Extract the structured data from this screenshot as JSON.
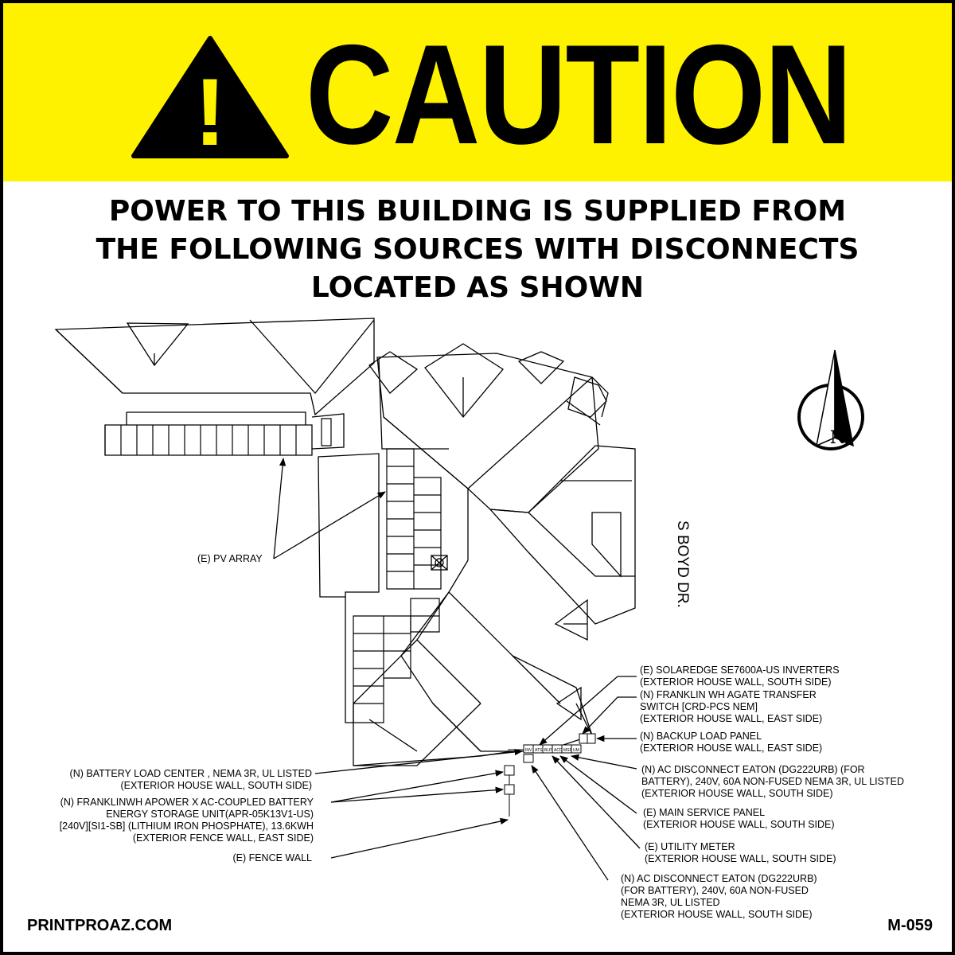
{
  "header": {
    "word": "CAUTION",
    "icon": "warning-triangle-icon",
    "glyph": "!",
    "banner_color": "#fff200"
  },
  "notice": [
    "POWER TO THIS BUILDING IS SUPPLIED FROM",
    "THE FOLLOWING SOURCES WITH DISCONNECTS",
    "LOCATED AS SHOWN"
  ],
  "compass": {
    "letter": "N",
    "icon": "north-arrow-icon"
  },
  "street": "S BOYD DR.",
  "equipment_tags": [
    "INV",
    "ATS",
    "BLP",
    "ACD",
    "MSP",
    "UM"
  ],
  "labels": {
    "pv_array": [
      "(E) PV ARRAY"
    ],
    "inverters": [
      "(E) SOLAREDGE SE7600A-US INVERTERS",
      "(EXTERIOR HOUSE WALL, SOUTH SIDE)"
    ],
    "transfer_switch": [
      "(N) FRANKLIN WH AGATE TRANSFER",
      "SWITCH [CRD-PCS NEM]",
      "(EXTERIOR HOUSE WALL, EAST SIDE)"
    ],
    "backup_panel": [
      "(N) BACKUP LOAD PANEL",
      "(EXTERIOR HOUSE WALL, EAST SIDE)"
    ],
    "ac_disconnect_1": [
      "(N) AC DISCONNECT EATON (DG222URB) (FOR",
      "BATTERY), 240V, 60A NON-FUSED NEMA 3R, UL LISTED",
      "(EXTERIOR HOUSE WALL, SOUTH SIDE)"
    ],
    "main_panel": [
      "(E) MAIN SERVICE PANEL",
      "(EXTERIOR HOUSE WALL, SOUTH SIDE)"
    ],
    "utility_meter": [
      "(E) UTILITY METER",
      "(EXTERIOR HOUSE WALL, SOUTH SIDE)"
    ],
    "ac_disconnect_2": [
      "(N) AC DISCONNECT EATON (DG222URB)",
      "(FOR BATTERY), 240V, 60A NON-FUSED",
      "NEMA 3R, UL LISTED",
      "(EXTERIOR HOUSE WALL, SOUTH SIDE)"
    ],
    "battery_load_center": [
      "(N) BATTERY LOAD CENTER , NEMA 3R, UL LISTED",
      "(EXTERIOR HOUSE WALL, SOUTH SIDE)"
    ],
    "battery": [
      "(N) FRANKLINWH APOWER X AC-COUPLED BATTERY",
      "ENERGY STORAGE UNIT(APR-05K13V1-US)",
      "[240V][SI1-SB] (LITHIUM IRON PHOSPHATE), 13.6KWH",
      "(EXTERIOR FENCE WALL, EAST SIDE)"
    ],
    "fence_wall": [
      "(E) FENCE WALL"
    ]
  },
  "footer": {
    "site": "PRINTPROAZ.COM",
    "code": "M-059"
  }
}
